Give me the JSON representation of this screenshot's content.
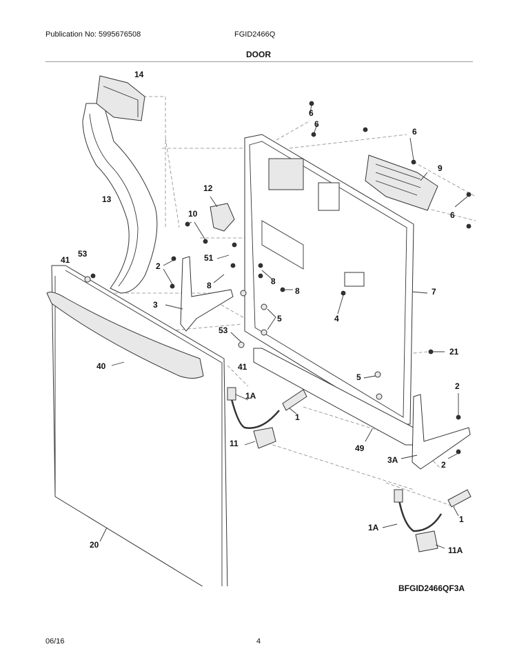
{
  "header": {
    "publication": "Publication No: 5995676508",
    "model": "FGID2466Q",
    "section_title": "DOOR"
  },
  "footer": {
    "date": "06/16",
    "page_number": "4"
  },
  "diagram_code": "BFGID2466QF3A",
  "callouts": [
    "14",
    "6",
    "6",
    "6",
    "9",
    "6",
    "12",
    "10",
    "13",
    "51",
    "53",
    "41",
    "2",
    "8",
    "8",
    "8",
    "3",
    "5",
    "4",
    "7",
    "53",
    "41",
    "40",
    "21",
    "5",
    "1A",
    "1",
    "2",
    "11",
    "49",
    "3A",
    "2",
    "20",
    "1A",
    "1",
    "11A"
  ]
}
